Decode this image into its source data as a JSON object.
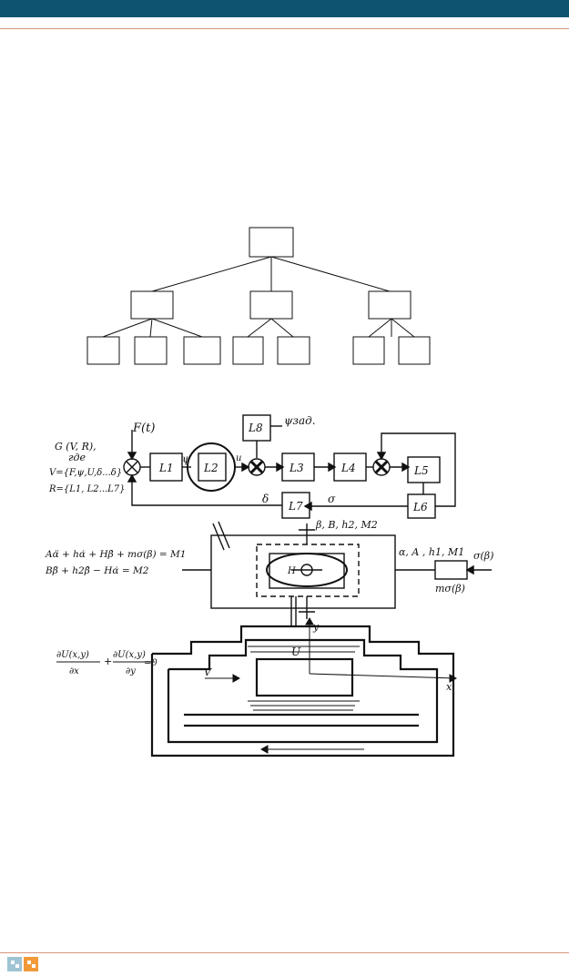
{
  "page": {
    "header_color": "#0e5470",
    "rule_color": "#d9957a",
    "footer_logo": "publisher-logo-icon"
  },
  "block_diagram": {
    "input_label": "F(t)",
    "set_label": "G (V, R),",
    "where_label": "где",
    "v_set": "V={F,ψ,U,δ...δ}",
    "r_set": "R={L1, L2...L7}",
    "blocks": [
      "L1",
      "L2",
      "L3",
      "L4",
      "L5",
      "L6",
      "L7",
      "L8"
    ],
    "psi_label": "ψ",
    "u_label": "u",
    "psi_set_label": "ψзад.",
    "delta_label": "δ",
    "sigma_label": "σ"
  },
  "gyro": {
    "eq1": "Aα̈ + hα̇ + Hβ̇ + mσ(β) = M1",
    "eq2": "Bβ̈ + h2β̇ − Hα̇ = M2",
    "params_top": "β, B, h2, M2",
    "params_right": "α, A , h1, M1",
    "sigma_beta": "σ(β)",
    "m_sigma_beta": "mσ(β)",
    "rotor_label": "H"
  },
  "flow": {
    "equation": "∂U(x,y)/∂x + ∂U(x,y)/∂y = 0",
    "eq_num1": "∂U(x,y)",
    "eq_den1": "∂x",
    "eq_num2": "∂U(x,y)",
    "eq_den2": "∂y",
    "eq_plus": "+",
    "eq_zero": "=0",
    "u_label": "U",
    "v_label": "V",
    "x_label": "x",
    "y_label": "y"
  }
}
